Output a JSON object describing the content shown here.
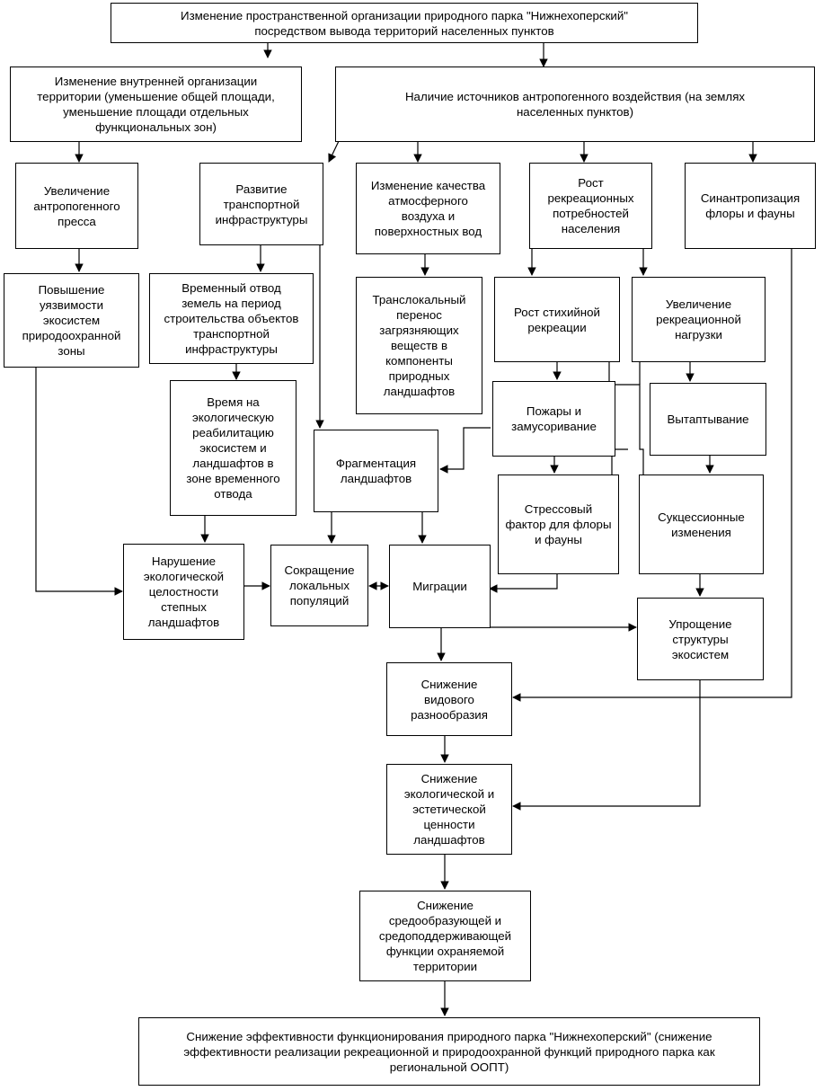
{
  "nodes": {
    "top": "Изменение пространственной организации природного парка \"Нижнехоперский\"\nпосредством вывода территорий населенных пунктов",
    "internal": "Изменение внутренней организации\nтерритории (уменьшение общей площади,\nуменьшение площади отдельных\nфункциональных зон)",
    "sources": "Наличие источников антропогенного воздействия (на землях\nнаселенных пунктов)",
    "press": "Увеличение\nантропогенного\nпресса",
    "transport": "Развитие\nтранспортной\nинфраструктуры",
    "air": "Изменение качества\nатмосферного\nвоздуха и\nповерхностных вод",
    "recneeds": "Рост\nрекреационных\nпотребностей\nнаселения",
    "synanthrop": "Синантропизация\nфлоры и фауны",
    "vulner": "Повышение\nуязвимости\nэкосистем\nприродоохранной\nзоны",
    "tempalloc": "Временный отвод\nземель на период\nстроительства объектов\nтранспортной\nинфраструктуры",
    "translocal": "Транслокальный\nперенос\nзагрязняющих\nвеществ в\nкомпоненты\nприродных\nландшафтов",
    "spontrec": "Рост стихийной\nрекреации",
    "recload": "Увеличение\nрекреационной\nнагрузки",
    "rehab": "Время на\nэкологическую\nреабилитацию\nэкосистем и\nландшафтов в\nзоне временного\nотвода",
    "fires": "Пожары и\nзамусоривание",
    "trampling": "Вытаптывание",
    "fragment": "Фрагментация\nландшафтов",
    "stress": "Стрессовый\nфактор для флоры\nи фауны",
    "succession": "Сукцессионные\nизменения",
    "integrity": "Нарушение\nэкологической\nцелостности\nстепных\nландшафтов",
    "popdecline": "Сокращение\nлокальных\nпопуляций",
    "migration": "Миграции",
    "simplify": "Упрощение\nструктуры\nэкосистем",
    "biodiv": "Снижение\nвидового\nразнообразия",
    "value": "Снижение\nэкологической и\nэстетической\nценности\nландшафтов",
    "envfunc": "Снижение\nсредообразующей и\nсредоподдерживающей\nфункции охраняемой\nтерритории",
    "final": "Снижение эффективности функционирования природного парка \"Нижнехоперский\" (снижение\nэффективности реализации рекреационной и природоохранной функций природного парка как\nрегиональной ООПТ)"
  }
}
